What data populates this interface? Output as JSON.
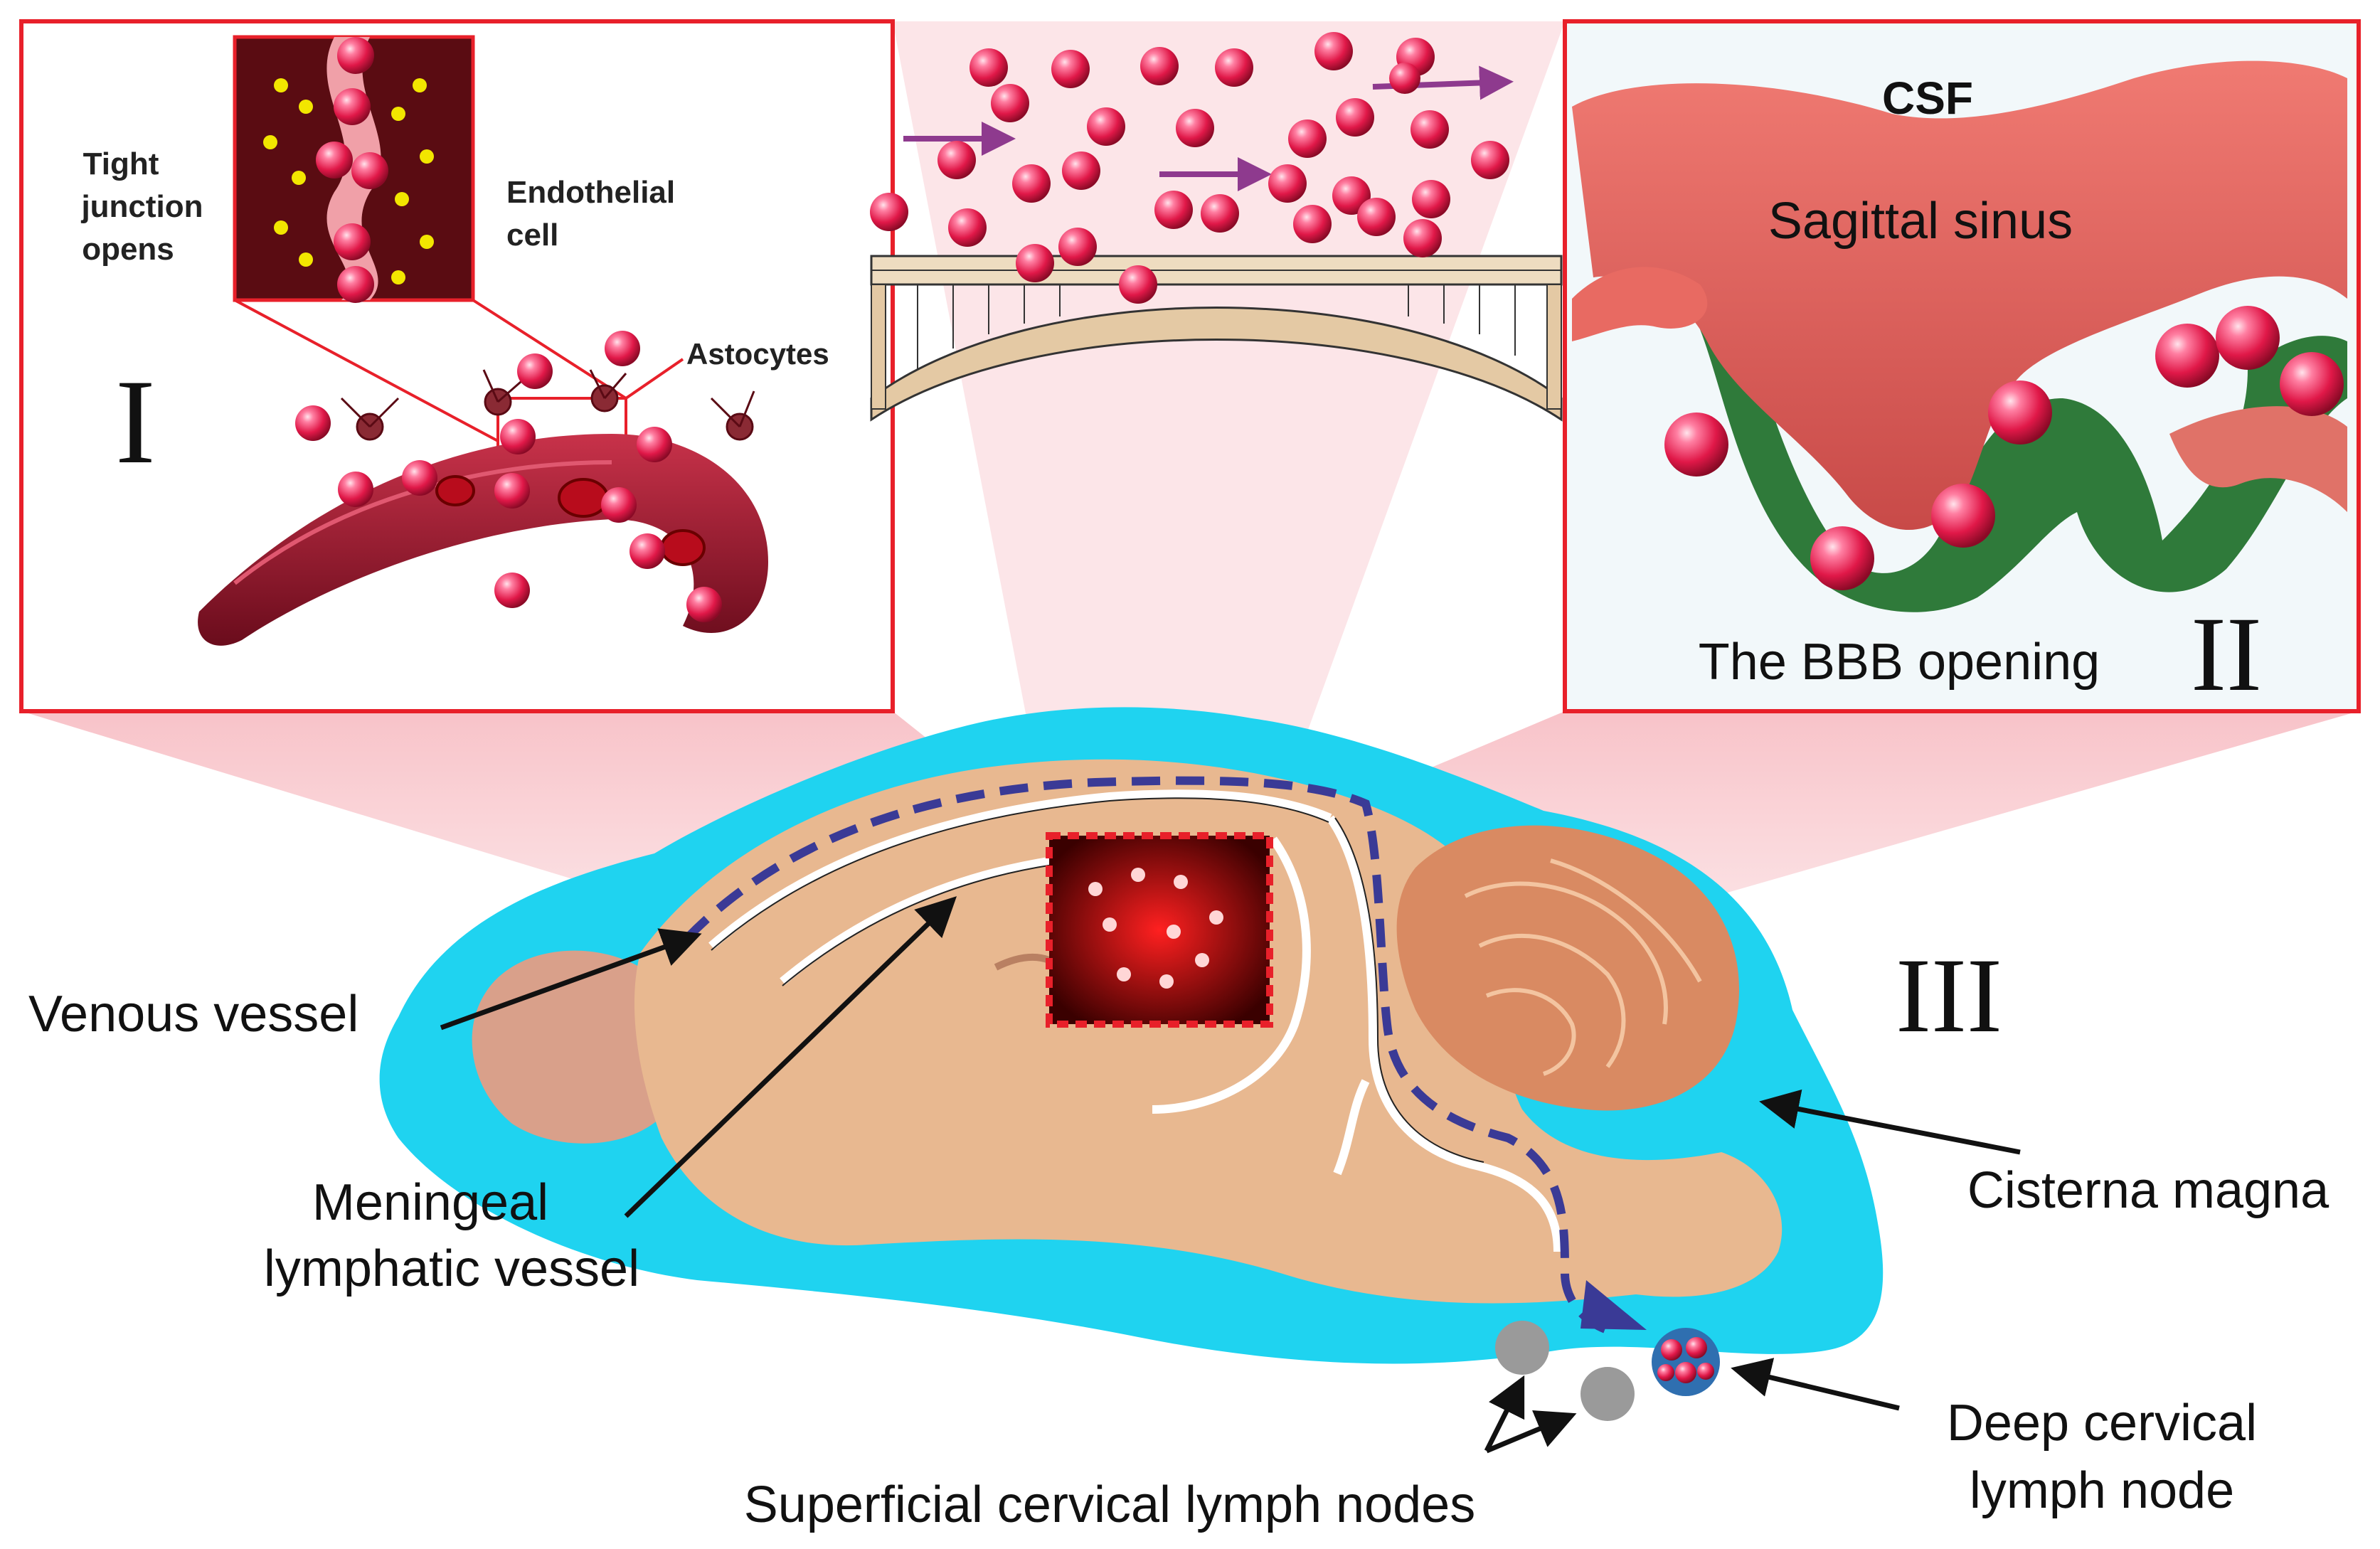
{
  "panel_labels": {
    "panel_1": "I",
    "panel_2": "II",
    "panel_3": "III"
  },
  "panel_1_labels": {
    "tight_junction": [
      "Tight",
      "junction",
      "opens"
    ],
    "endothelial": [
      "Endothelial",
      "cell"
    ],
    "astrocytes": "Astocytes"
  },
  "panel_2_labels": {
    "csf": "CSF",
    "sagittal_sinus": "Sagittal sinus",
    "bbb_opening": "The BBB opening"
  },
  "panel_3_labels": {
    "venous_vessel": "Venous vessel",
    "meningeal": [
      "Meningeal",
      "lymphatic vessel"
    ],
    "cisterna": "Cisterna magna",
    "deep_node": [
      "Deep cervical",
      "lymph node"
    ],
    "superficial_nodes": "Superficial cervical lymph nodes"
  },
  "colors": {
    "frame_red": "#e8202a",
    "csf_blue": "#1fd3f0",
    "brain_tissue": "#e8b890",
    "cerebellum": "#d68a60",
    "lymph_path": "#3a3a96",
    "particle_red": "#e01848",
    "arrow_purple": "#8e3a8e",
    "junction_yellow": "#f2e600",
    "node_gray": "#9a9a9a"
  }
}
